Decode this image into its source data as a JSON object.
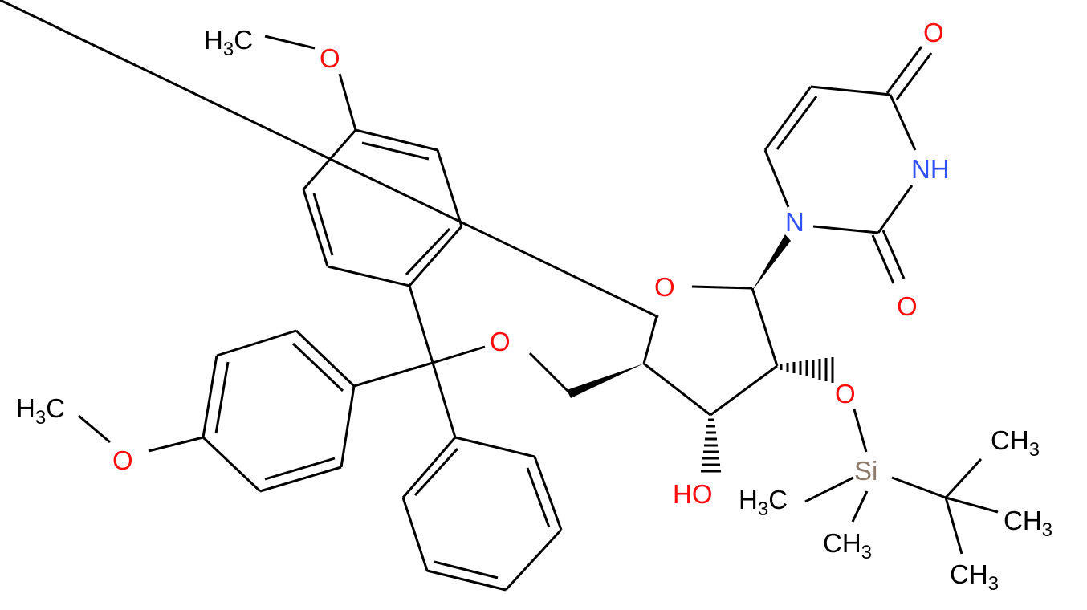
{
  "molecule": {
    "atom_labels": {
      "methyl_top": "H3C",
      "o_methoxy_top": "O",
      "methyl_left": "H3C",
      "o_methoxy_left": "O",
      "o_trityl_ether": "O",
      "o_ring": "O",
      "n1": "N",
      "n3": "NH",
      "o_carbonyl_c4": "O",
      "o_carbonyl_c2": "O",
      "o_silyl_ether": "O",
      "si": "Si",
      "oh": "HO",
      "si_methyl_left": "H3C",
      "si_methyl_bottom": "CH3",
      "tbu_methyl_1": "CH3",
      "tbu_methyl_2": "CH3",
      "tbu_methyl_3": "CH3"
    },
    "colors": {
      "bond": "#000000",
      "carbon_hydrogen": "#000000",
      "oxygen": "#ff0d0d",
      "nitrogen": "#3050f8",
      "silicon": "#8c7b6b"
    }
  }
}
